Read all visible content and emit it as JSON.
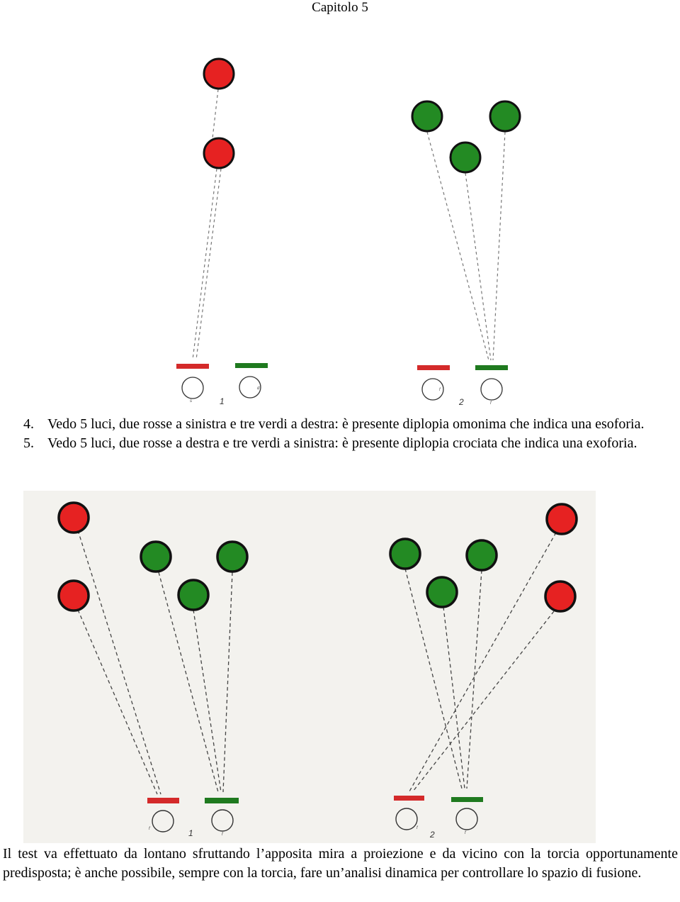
{
  "header": {
    "title": "Capitolo 5"
  },
  "items": [
    {
      "number": "4.",
      "text": "Vedo 5 luci, due rosse a sinistra e tre verdi a destra: è presente diplopia omonima che indica una esoforia."
    },
    {
      "number": "5.",
      "text": "Vedo 5 luci, due rosse a destra e tre verdi a sinistra: è presente diplopia crociata che indica una exoforia."
    }
  ],
  "figure_top": {
    "labels": [
      "1",
      "2"
    ],
    "eye_marks": [
      "s",
      "d",
      "f",
      "f"
    ]
  },
  "figure_bottom": {
    "labels": [
      "1",
      "2"
    ],
    "eye_marks": [
      "f",
      "f",
      "f",
      "f"
    ]
  },
  "paragraph": "Il test va effettuato da lontano sfruttando l’apposita mira a proiezione e da vicino con la torcia opportunamente predisposta; è anche possibile, sempre con la torcia, fare un’analisi dinamica per controllare lo spazio di fusione.",
  "colors": {
    "red_light": "#e62222",
    "green_light": "#238a23",
    "red_filter": "#d42a2a",
    "green_filter": "#1f7a1f"
  }
}
